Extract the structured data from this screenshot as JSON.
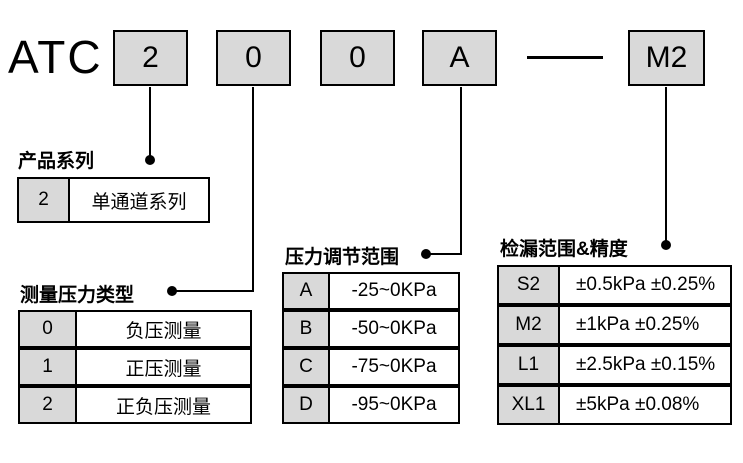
{
  "model_code": {
    "prefix": "ATC",
    "segment_1": "2",
    "segment_2": "0",
    "segment_3": "0",
    "segment_4": "A",
    "suffix": "M2"
  },
  "sections": {
    "product_series": {
      "label": "产品系列",
      "rows": [
        {
          "code": "2",
          "value": "单通道系列"
        }
      ]
    },
    "pressure_type": {
      "label": "测量压力类型",
      "rows": [
        {
          "code": "0",
          "value": "负压测量"
        },
        {
          "code": "1",
          "value": "正压测量"
        },
        {
          "code": "2",
          "value": "正负压测量"
        }
      ]
    },
    "adjust_range": {
      "label": "压力调节范围",
      "rows": [
        {
          "code": "A",
          "value": "-25~0KPa"
        },
        {
          "code": "B",
          "value": "-50~0KPa"
        },
        {
          "code": "C",
          "value": "-75~0KPa"
        },
        {
          "code": "D",
          "value": "-95~0KPa"
        }
      ]
    },
    "leak_range": {
      "label": "检漏范围&精度",
      "rows": [
        {
          "code": "S2",
          "value": "±0.5kPa ±0.25%"
        },
        {
          "code": "M2",
          "value": "±1kPa ±0.25%"
        },
        {
          "code": "L1",
          "value": "±2.5kPa ±0.15%"
        },
        {
          "code": "XL1",
          "value": "±5kPa ±0.08%"
        }
      ]
    }
  },
  "colors": {
    "box_fill": "#d9d9d9",
    "border": "#000000",
    "background": "#ffffff"
  }
}
